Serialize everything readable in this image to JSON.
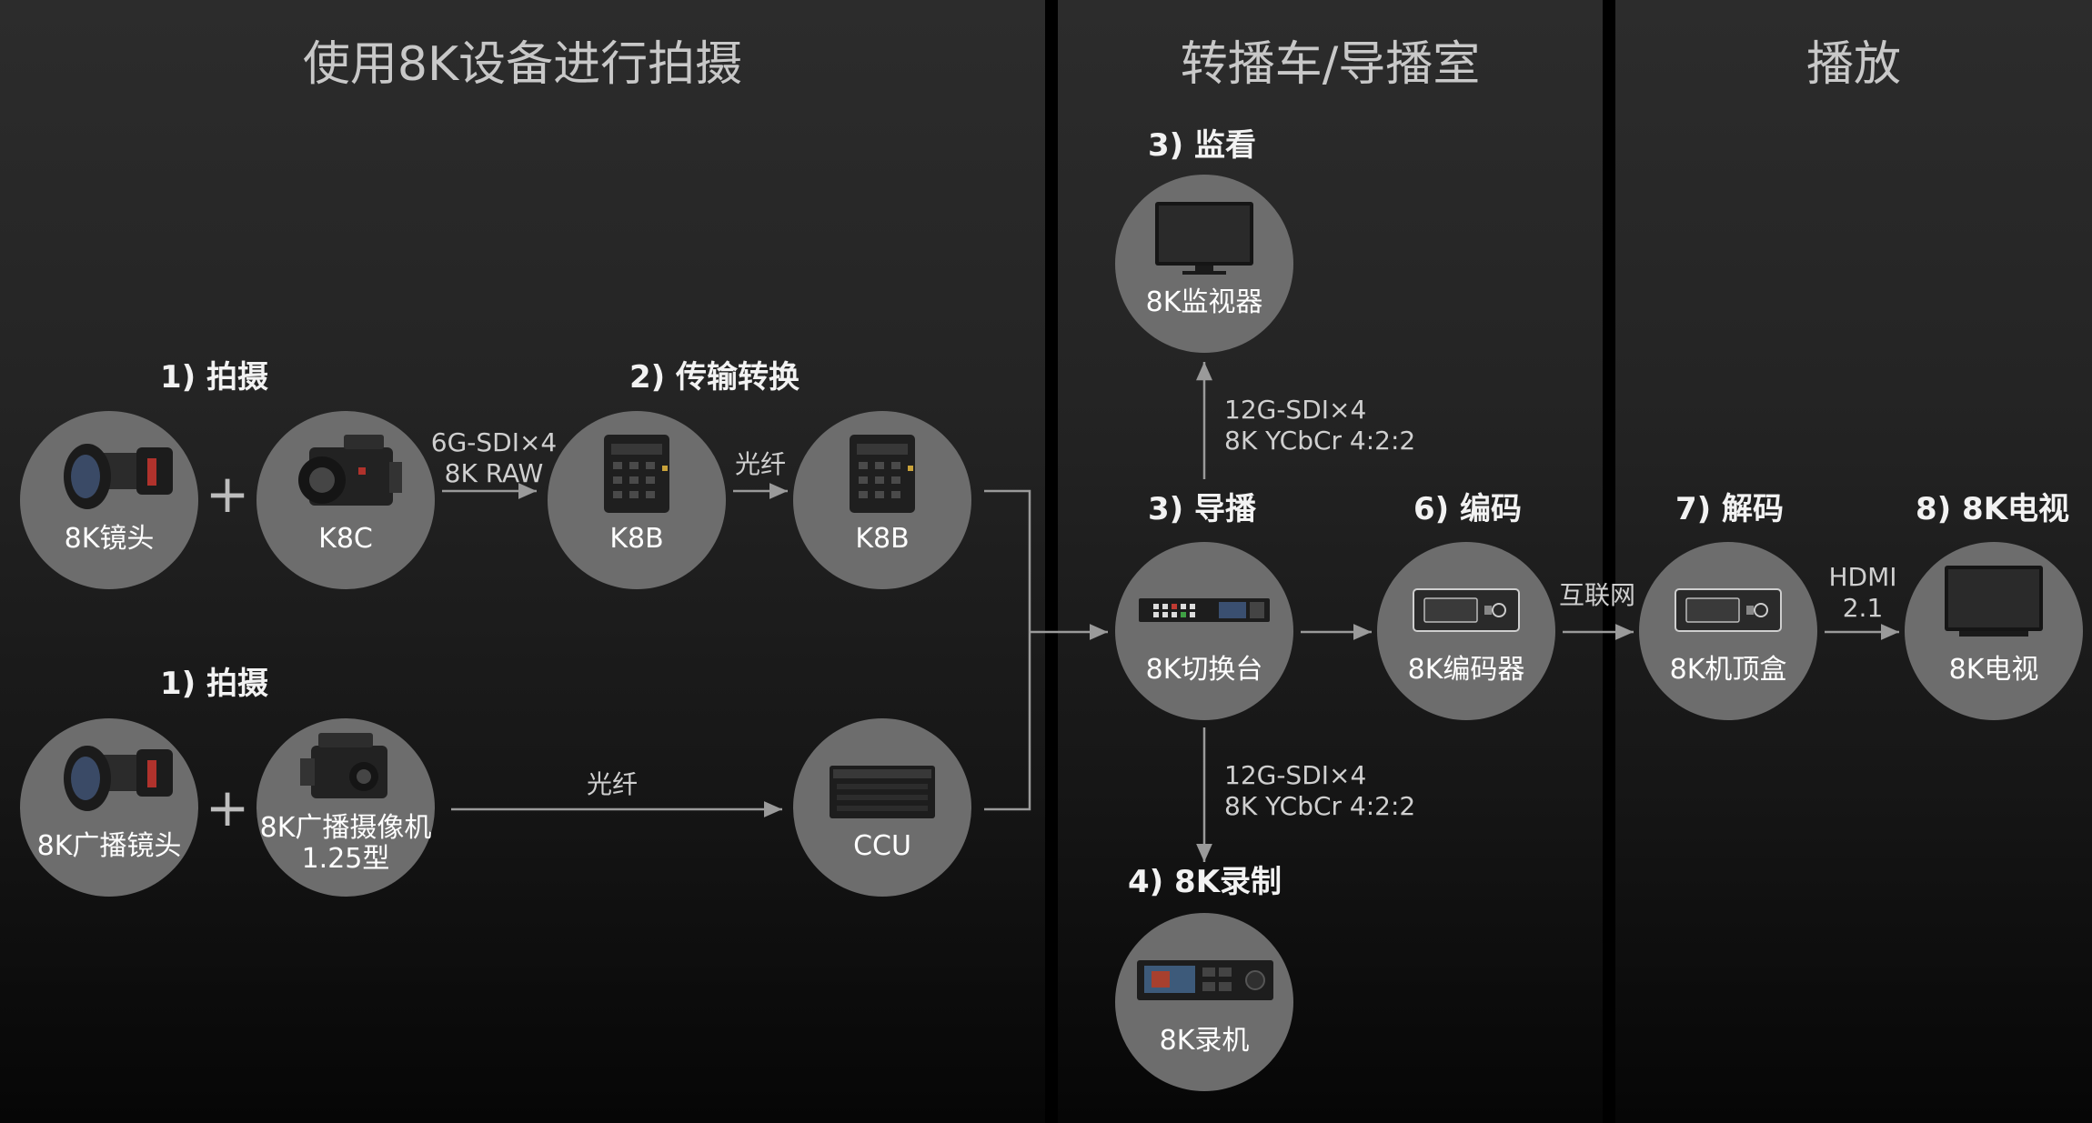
{
  "sections": {
    "capture": "使用8K设备进行拍摄",
    "broadcast": "转播车/导播室",
    "playback": "播放"
  },
  "steps": {
    "capture_top": "1) 拍摄",
    "convert": "2) 传输转换",
    "capture_bottom": "1) 拍摄",
    "monitor": "3) 监看",
    "switch": "3) 导播",
    "encode": "6) 编码",
    "record": "4) 8K录制",
    "decode": "7) 解码",
    "tv": "8) 8K电视"
  },
  "nodes": {
    "lens_8k": "8K镜头",
    "k8c": "K8C",
    "k8b_1": "K8B",
    "k8b_2": "K8B",
    "broadcast_lens": "8K广播镜头",
    "broadcast_camera_line1": "8K广播摄像机",
    "broadcast_camera_line2": "1.25型",
    "ccu": "CCU",
    "monitor_8k": "8K监视器",
    "switcher_8k": "8K切换台",
    "encoder_8k": "8K编码器",
    "recorder_8k": "8K录机",
    "stb_8k": "8K机顶盒",
    "tv_8k": "8K电视"
  },
  "links": {
    "sdi6_line1": "6G-SDI×4",
    "sdi6_line2": "8K RAW",
    "fiber_top": "光纤",
    "fiber_bottom": "光纤",
    "up_line1": "12G-SDI×4",
    "up_line2": "8K YCbCr 4:2:2",
    "down_line1": "12G-SDI×4",
    "down_line2": "8K YCbCr 4:2:2",
    "internet": "互联网",
    "hdmi_line1": "HDMI",
    "hdmi_line2": "2.1"
  },
  "symbols": {
    "plus_top": "+",
    "plus_bottom": "+"
  },
  "colors": {
    "background": "#000000",
    "panel": "#242424",
    "node_fill": "#6d6d6d",
    "connector": "#9a9a9a",
    "title_text": "#c8c8c8"
  }
}
